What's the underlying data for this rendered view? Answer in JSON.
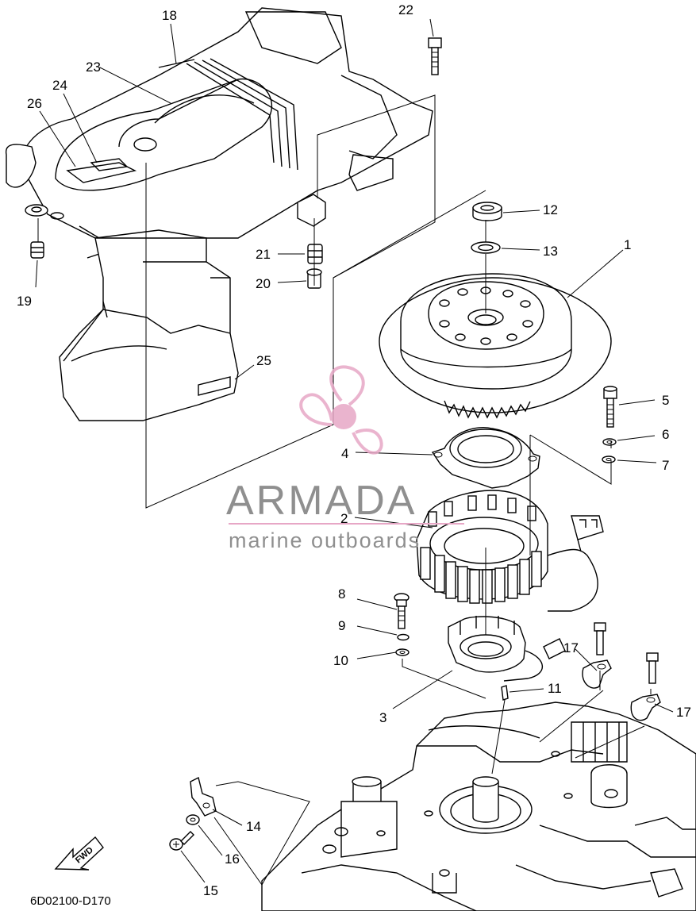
{
  "diagram": {
    "callouts": [
      "1",
      "2",
      "3",
      "4",
      "5",
      "6",
      "7",
      "8",
      "9",
      "10",
      "11",
      "12",
      "13",
      "14",
      "15",
      "16",
      "17",
      "17",
      "18",
      "19",
      "20",
      "21",
      "22",
      "23",
      "24",
      "25",
      "26"
    ],
    "fwd_label": "FWD",
    "drawing_code": "6D02100-D170"
  },
  "watermark": {
    "title": "ARMADA",
    "subtitle": "marine outboards",
    "colors": {
      "pink": "#e7a7c6",
      "gray": "#8f8f8f"
    }
  }
}
